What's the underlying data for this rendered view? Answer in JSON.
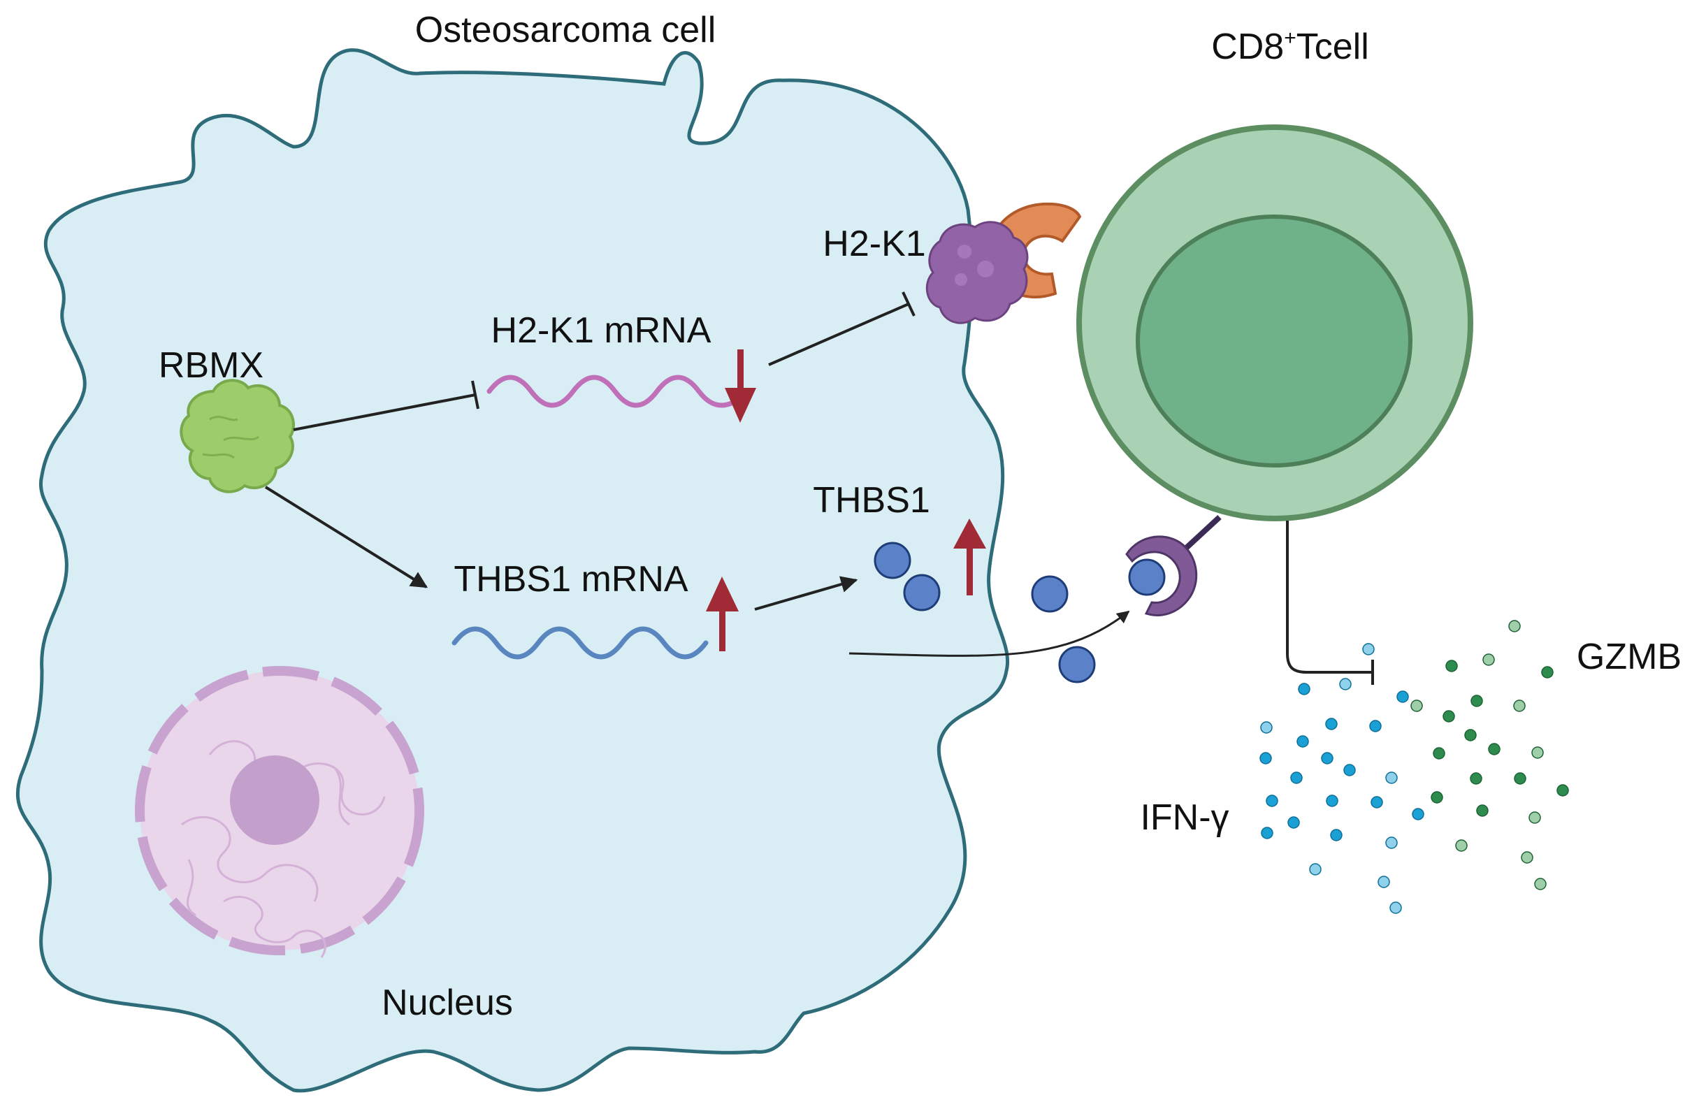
{
  "labels": {
    "osteosarcoma_cell": "Osteosarcoma cell",
    "cd8_main": "CD8",
    "cd8_sup": "+",
    "cd8_tail": "Tcell",
    "h2k1": "H2-K1",
    "rbmx": "RBMX",
    "h2k1_mrna": "H2-K1 mRNA",
    "thbs1": "THBS1",
    "thbs1_mrna": "THBS1 mRNA",
    "nucleus": "Nucleus",
    "gzmb": "GZMB",
    "ifng": "IFN-γ"
  },
  "colors": {
    "cell_fill": "#d8eef4",
    "cell_stroke": "#2e6c7a",
    "tcell_outer": "#a9d2b4",
    "tcell_inner": "#6fb189",
    "tcell_stroke": "#5c8e62",
    "rbmx": "#9dcc6a",
    "h2k1_protein": "#9263a6",
    "receptor_orange": "#e38b56",
    "receptor_purple": "#7f5a97",
    "h2k1_mrna_wave": "#c070b8",
    "thbs1_mrna_wave": "#5a86c0",
    "thbs1_protein": "#5b82c8",
    "regulation_arrow": "#a02a35",
    "nucleus": "#ead6ea",
    "nucleolus": "#c39fcb",
    "ifng_dots": "#1aa0d4",
    "gzmb_dots": "#2e8b4e"
  },
  "icons": [
    "rbmx-protein-icon",
    "h2k1-protein-icon",
    "tcr-receptor-icon",
    "thbs1-receptor-icon",
    "nucleus-icon",
    "mrna-wave-icon",
    "up-arrow-icon",
    "down-arrow-icon"
  ]
}
